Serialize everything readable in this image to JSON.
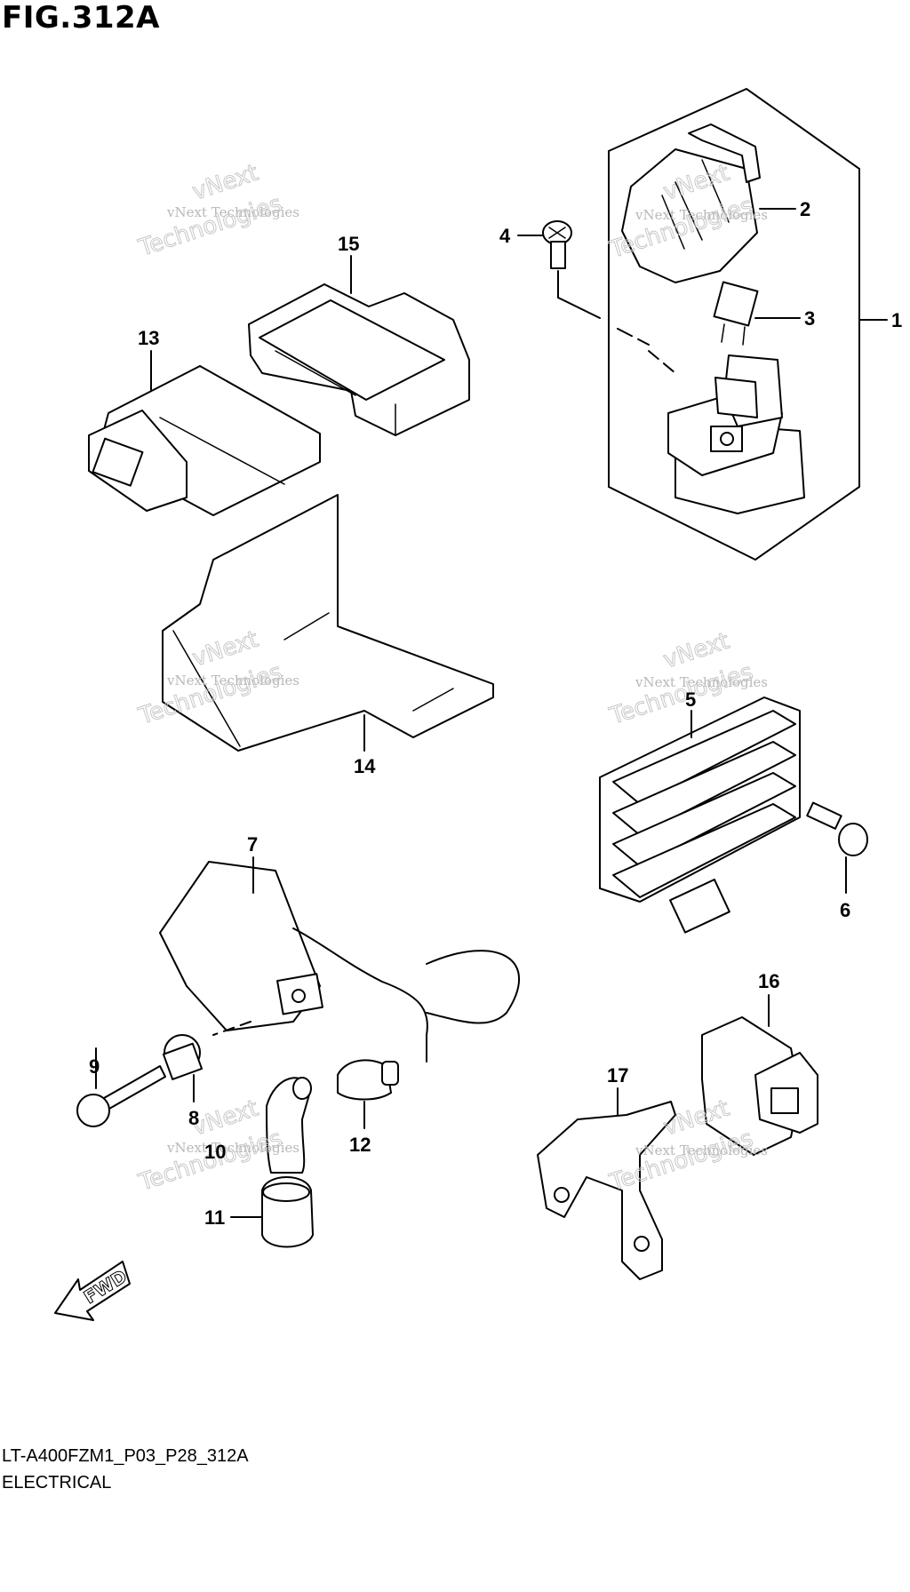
{
  "figure": {
    "title": "FIG.312A",
    "code": "LT-A400FZM1_P03_P28_312A",
    "name": "ELECTRICAL"
  },
  "watermark": {
    "line1": "vNext Technologies",
    "line2": "vNext",
    "line3": "Technologies"
  },
  "callouts": [
    "1",
    "2",
    "3",
    "4",
    "5",
    "6",
    "7",
    "8",
    "9",
    "10",
    "11",
    "12",
    "13",
    "14",
    "15",
    "16",
    "17"
  ],
  "fwd_label": "FWD"
}
